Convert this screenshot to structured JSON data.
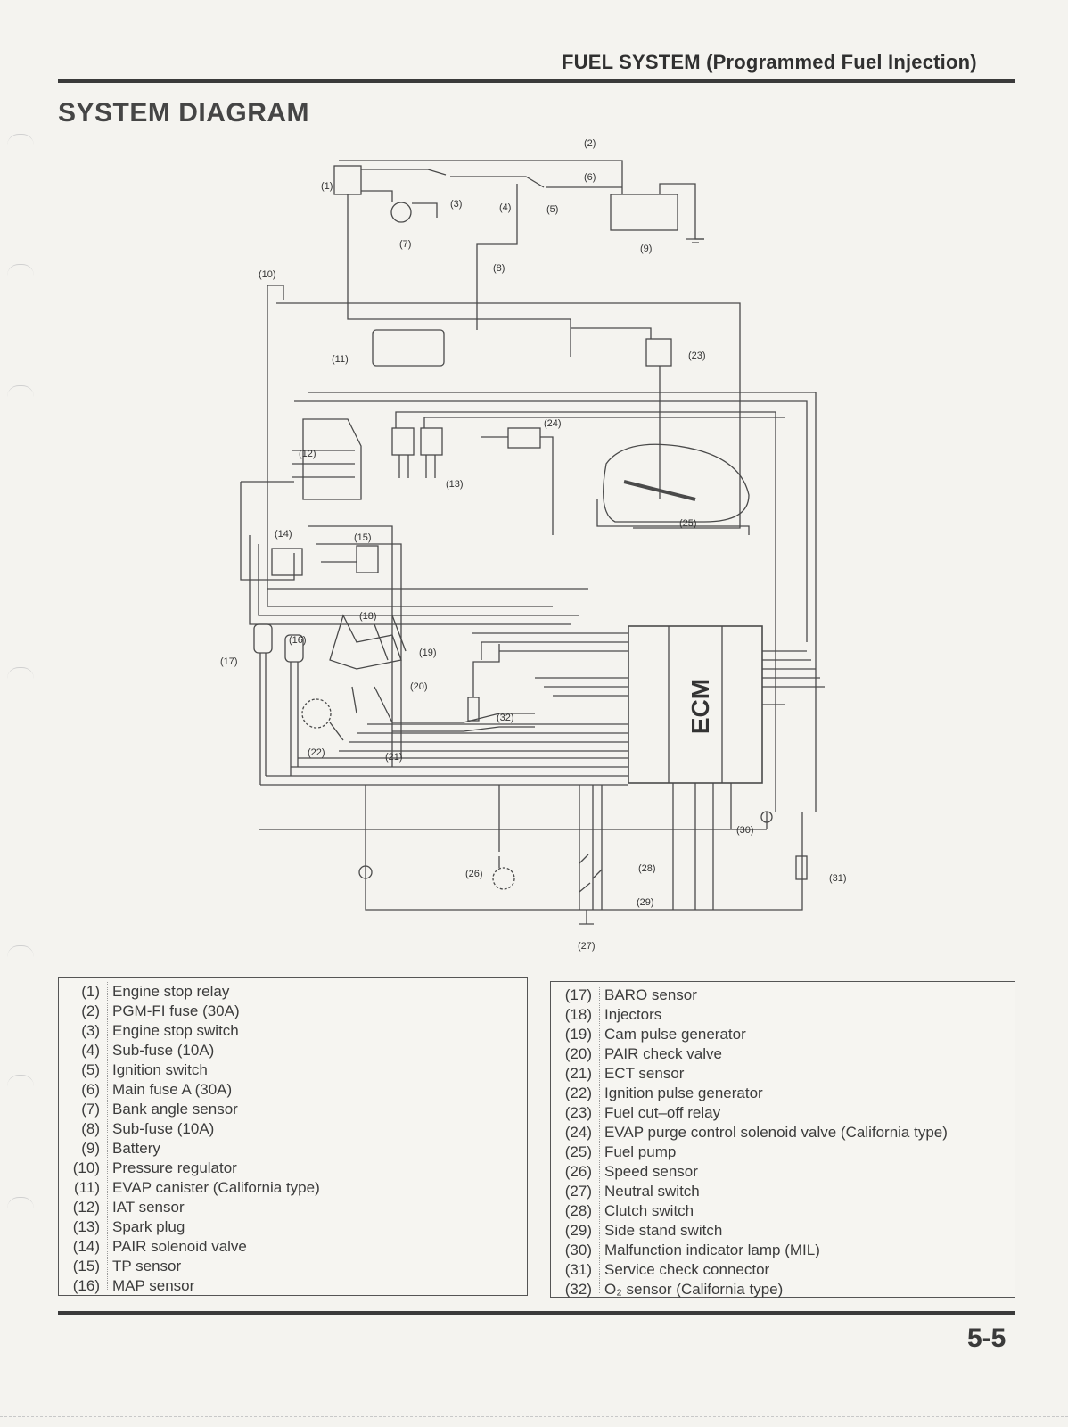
{
  "header": {
    "section_title": "FUEL SYSTEM (Programmed Fuel Injection)"
  },
  "page_title": "SYSTEM DIAGRAM",
  "diagram": {
    "callouts": [
      "(1)",
      "(2)",
      "(3)",
      "(4)",
      "(5)",
      "(6)",
      "(7)",
      "(8)",
      "(9)",
      "(10)",
      "(11)",
      "(12)",
      "(13)",
      "(14)",
      "(15)",
      "(16)",
      "(17)",
      "(18)",
      "(19)",
      "(20)",
      "(21)",
      "(22)",
      "(23)",
      "(24)",
      "(25)",
      "(26)",
      "(27)",
      "(28)",
      "(29)",
      "(30)",
      "(31)",
      "(32)"
    ],
    "ecm_label": "ECM"
  },
  "legend_left": [
    {
      "num": "(1)",
      "label": "Engine stop relay"
    },
    {
      "num": "(2)",
      "label": "PGM-FI fuse (30A)"
    },
    {
      "num": "(3)",
      "label": "Engine stop switch"
    },
    {
      "num": "(4)",
      "label": "Sub-fuse (10A)"
    },
    {
      "num": "(5)",
      "label": "Ignition switch"
    },
    {
      "num": "(6)",
      "label": "Main fuse A (30A)"
    },
    {
      "num": "(7)",
      "label": "Bank angle sensor"
    },
    {
      "num": "(8)",
      "label": "Sub-fuse (10A)"
    },
    {
      "num": "(9)",
      "label": "Battery"
    },
    {
      "num": "(10)",
      "label": "Pressure regulator"
    },
    {
      "num": "(11)",
      "label": "EVAP canister (California type)"
    },
    {
      "num": "(12)",
      "label": "IAT sensor"
    },
    {
      "num": "(13)",
      "label": "Spark plug"
    },
    {
      "num": "(14)",
      "label": "PAIR solenoid valve"
    },
    {
      "num": "(15)",
      "label": "TP sensor"
    },
    {
      "num": "(16)",
      "label": "MAP sensor"
    }
  ],
  "legend_right": [
    {
      "num": "(17)",
      "label": "BARO sensor"
    },
    {
      "num": "(18)",
      "label": "Injectors"
    },
    {
      "num": "(19)",
      "label": "Cam pulse generator"
    },
    {
      "num": "(20)",
      "label": "PAIR check valve"
    },
    {
      "num": "(21)",
      "label": "ECT sensor"
    },
    {
      "num": "(22)",
      "label": "Ignition pulse generator"
    },
    {
      "num": "(23)",
      "label": "Fuel cut–off relay"
    },
    {
      "num": "(24)",
      "label": "EVAP purge control solenoid valve (California type)"
    },
    {
      "num": "(25)",
      "label": "Fuel pump"
    },
    {
      "num": "(26)",
      "label": "Speed sensor"
    },
    {
      "num": "(27)",
      "label": "Neutral switch"
    },
    {
      "num": "(28)",
      "label": "Clutch switch"
    },
    {
      "num": "(29)",
      "label": "Side stand switch"
    },
    {
      "num": "(30)",
      "label": "Malfunction indicator lamp (MIL)"
    },
    {
      "num": "(31)",
      "label": "Service check connector"
    },
    {
      "num": "(32)",
      "label": "O₂ sensor (California type)"
    }
  ],
  "page_number": "5-5"
}
